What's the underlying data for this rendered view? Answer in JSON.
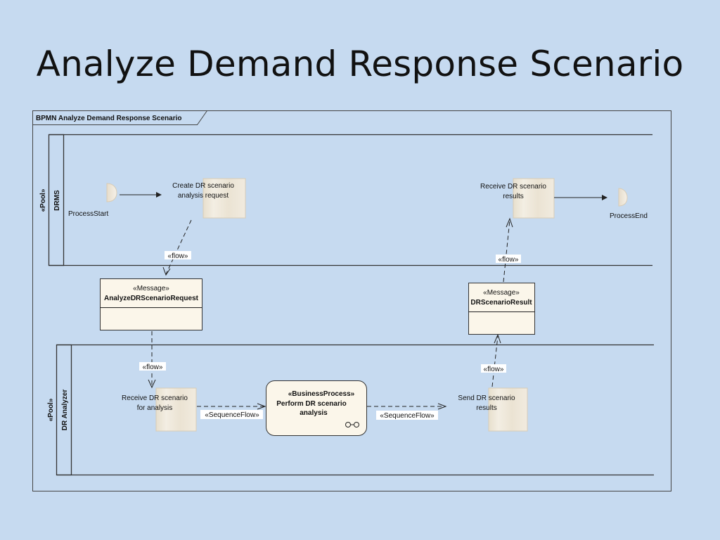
{
  "slide": {
    "title": "Analyze Demand Response Scenario"
  },
  "diagram": {
    "frame_label": "BPMN Analyze Demand Response Scenario",
    "pools": [
      {
        "stereotype": "«Pool»",
        "name": "DRMS"
      },
      {
        "stereotype": "«Pool»",
        "name": "DR Analyzer"
      }
    ],
    "events": {
      "start": "ProcessStart",
      "end": "ProcessEnd"
    },
    "tasks": {
      "create_request": [
        "Create DR scenario",
        "analysis request"
      ],
      "receive_results": [
        "Receive DR scenario",
        "results"
      ],
      "receive_for_analysis": [
        "Receive DR scenario",
        "for analysis"
      ],
      "send_results": [
        "Send DR scenario",
        "results"
      ]
    },
    "messages": {
      "request": {
        "stereotype": "«Message»",
        "name": "AnalyzeDRScenarioRequest"
      },
      "result": {
        "stereotype": "«Message»",
        "name": "DRScenarioResult"
      }
    },
    "business_process": {
      "stereotype": "«BusinessProcess»",
      "lines": [
        "Perform DR scenario",
        "analysis"
      ]
    },
    "flow_labels": {
      "flow": "«flow»",
      "sequence": "«SequenceFlow»"
    }
  }
}
